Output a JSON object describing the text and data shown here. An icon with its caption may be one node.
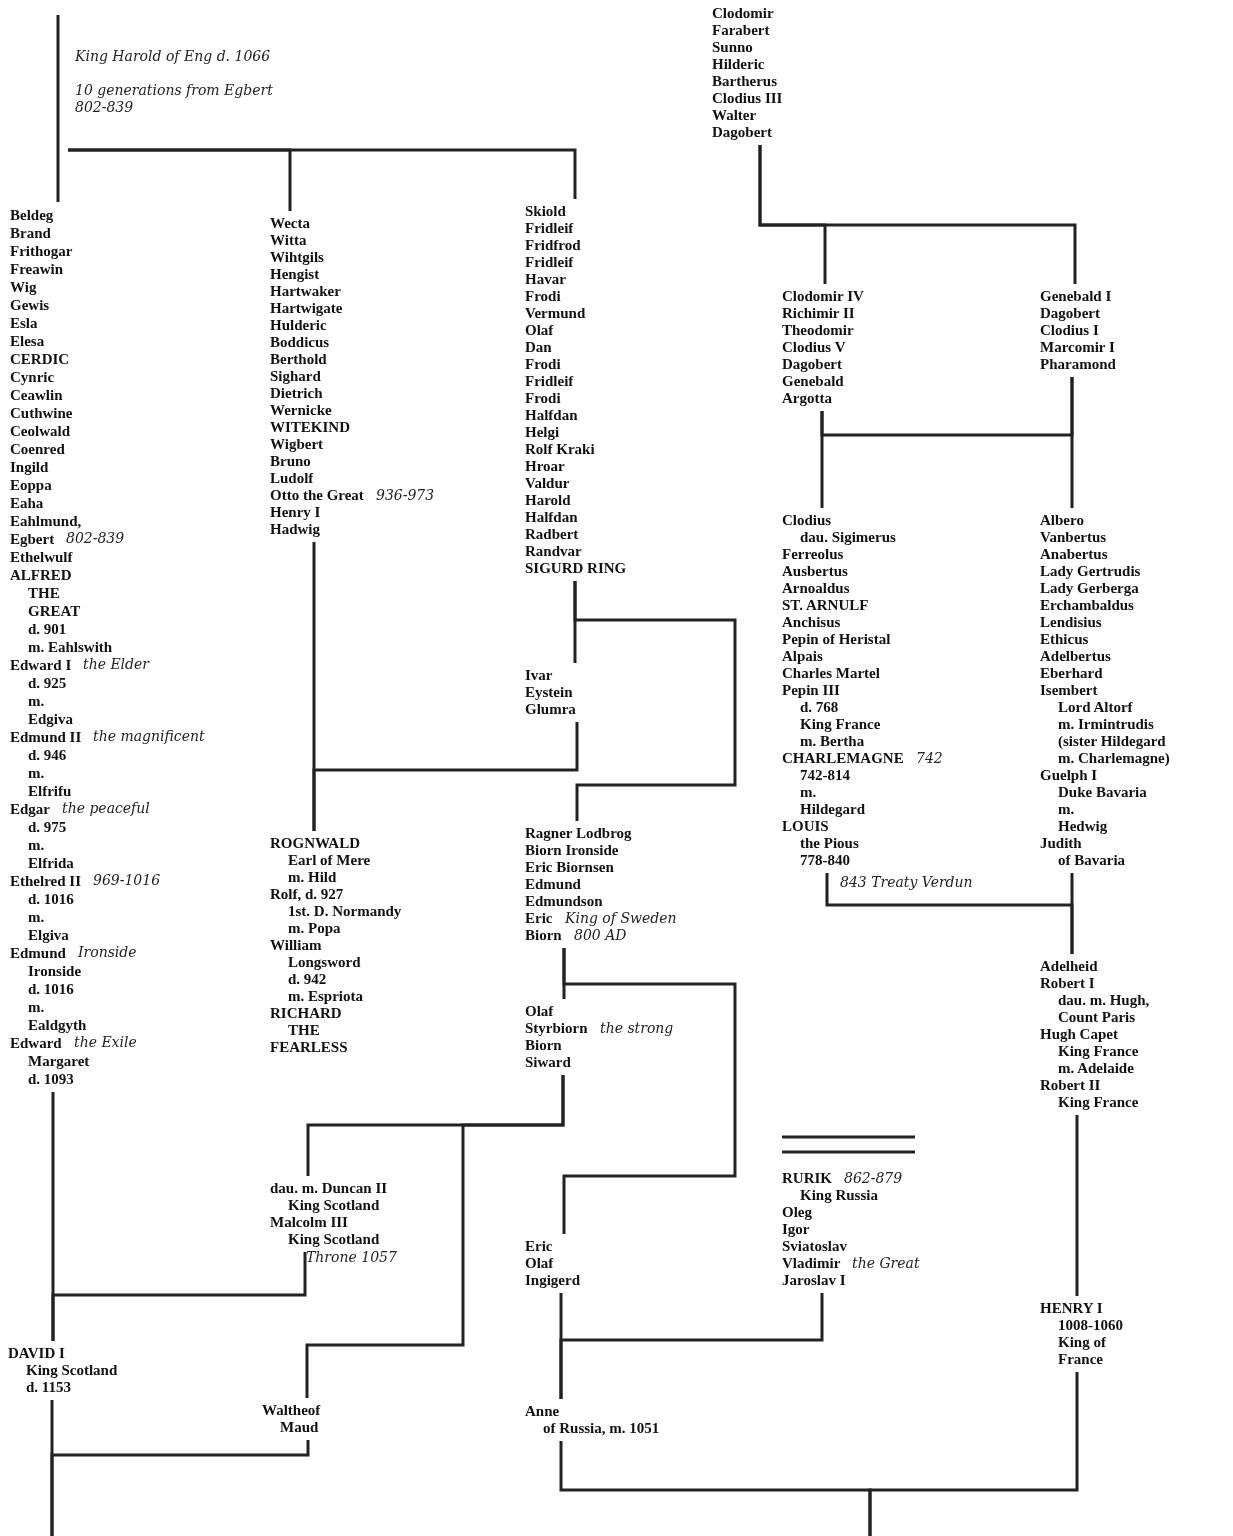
{
  "diagram": {
    "nodes": [
      {
        "text": [
          "Clodomir",
          "Farabert",
          "Sunno",
          "Hilderic",
          "Bartherus",
          "Clodius III",
          "Walter",
          "Dagobert"
        ]
      },
      {
        "text": [
          "Beldeg",
          "Brand",
          "Frithogar",
          "Freawin",
          "Wig",
          "Gewis",
          "Esla",
          "Elesa",
          "CERDIC",
          "Cynric",
          "Ceawlin",
          "Cuthwine",
          "Ceolwald",
          "Coenred",
          "Ingild",
          "Eoppa",
          "Eaha",
          "Eahlmund,",
          "Egbert",
          "Ethelwulf",
          "ALFRED",
          "THE",
          "GREAT",
          "d. 901",
          "m. Eahlswith",
          "Edward I",
          "d. 925",
          "m.",
          "Edgiva",
          "Edmund II",
          "d. 946",
          "m.",
          "Elfrifu",
          "Edgar",
          "d. 975",
          "m.",
          "Elfrida",
          "Ethelred II",
          "d. 1016",
          "m.",
          "Elgiva",
          "Edmund",
          "Ironside",
          "d. 1016",
          "m.",
          "Ealdgyth",
          "Edward",
          "Margaret",
          "d. 1093"
        ]
      },
      {
        "text": [
          "Wecta",
          "Witta",
          "Wihtgils",
          "Hengist",
          "Hartwaker",
          "Hartwigate",
          "Hulderic",
          "Boddicus",
          "Berthold",
          "Sighard",
          "Dietrich",
          "Wernicke",
          "WITEKIND",
          "Wigbert",
          "Bruno",
          "Ludolf",
          "Otto the Great",
          "Henry I",
          "Hadwig"
        ]
      },
      {
        "text": [
          "Skiold",
          "Fridleif",
          "Fridfrod",
          "Fridleif",
          "Havar",
          "Frodi",
          "Vermund",
          "Olaf",
          "Dan",
          "Frodi",
          "Fridleif",
          "Frodi",
          "Halfdan",
          "Helgi",
          "Rolf Kraki",
          "Hroar",
          "Valdur",
          "Harold",
          "Halfdan",
          "Radbert",
          "Randvar",
          "SIGURD RING"
        ]
      },
      {
        "text": [
          "Clodomir IV",
          "Richimir II",
          "Theodomir",
          "Clodius V",
          "Dagobert",
          "Genebald",
          "Argotta"
        ]
      },
      {
        "text": [
          "Genebald I",
          "Dagobert",
          "Clodius I",
          "Marcomir I",
          "Pharamond"
        ]
      },
      {
        "text": [
          "Clodius",
          "dau. Sigimerus",
          "Ferreolus",
          "Ausbertus",
          "Arnoaldus",
          "ST. ARNULF",
          "Anchisus",
          "Pepin of Heristal",
          "Alpais",
          "Charles Martel",
          "Pepin III",
          "d. 768",
          "King France",
          "m. Bertha",
          "CHARLEMAGNE",
          "742-814",
          "m.",
          "Hildegard",
          "LOUIS",
          "the Pious",
          "778-840"
        ]
      },
      {
        "text": [
          "Albero",
          "Vanbertus",
          "Anabertus",
          "Lady Gertrudis",
          "Lady Gerberga",
          "Erchambaldus",
          "Lendisius",
          "Ethicus",
          "Adelbertus",
          "Eberhard",
          "Isembert",
          "Lord Altorf",
          "m. Irmintrudis",
          "(sister Hildegard",
          "m. Charlemagne)",
          "Guelph I",
          "Duke Bavaria",
          "m.",
          "Hedwig",
          "Judith",
          "of Bavaria"
        ]
      },
      {
        "text": [
          "Ivar",
          "Eystein",
          "Glumra"
        ]
      },
      {
        "text": [
          "ROGNWALD",
          "Earl of Mere",
          "m. Hild",
          "Rolf, d. 927",
          "1st. D. Normandy",
          "m. Popa",
          "William",
          "Longsword",
          "d. 942",
          "m. Espriota",
          "RICHARD",
          "THE",
          "FEARLESS"
        ]
      },
      {
        "text": [
          "Ragner Lodbrog",
          "Biorn Ironside",
          "Eric Biornsen",
          "Edmund",
          "Edmundson",
          "Eric",
          "Biorn"
        ]
      },
      {
        "text": [
          "Adelheid",
          "Robert I",
          "dau. m. Hugh,",
          "Count Paris",
          "Hugh Capet",
          "King France",
          "m. Adelaide",
          "Robert II",
          "King France"
        ]
      },
      {
        "text": [
          "Olaf",
          "Styrbiorn",
          "Biorn",
          "Siward"
        ]
      },
      {
        "text": [
          "dau. m. Duncan II",
          "King Scotland",
          "Malcolm III",
          "King Scotland"
        ]
      },
      {
        "text": [
          "RURIK",
          "King Russia",
          "Oleg",
          "Igor",
          "Sviatoslav",
          "Vladimir",
          "Jaroslav I"
        ]
      },
      {
        "text": [
          "Eric",
          "Olaf",
          "Ingigerd"
        ]
      },
      {
        "text": [
          "HENRY I",
          "1008-1060",
          "King of",
          "France"
        ]
      },
      {
        "text": [
          "DAVID I",
          "King Scotland",
          "d. 1153"
        ]
      },
      {
        "text": [
          "Waltheof",
          "Maud"
        ]
      },
      {
        "text": [
          "Anne",
          "of Russia, m. 1051"
        ]
      }
    ],
    "edges": [
      {
        "from": null,
        "to": 1,
        "arrow": "none"
      },
      {
        "from": null,
        "to": 2,
        "arrow": "none"
      },
      {
        "from": null,
        "to": 3,
        "arrow": "none"
      },
      {
        "from": 0,
        "to": 4,
        "arrow": "none"
      },
      {
        "from": 0,
        "to": 5,
        "arrow": "none"
      },
      {
        "from": 4,
        "to": 6,
        "arrow": "none"
      },
      {
        "from": 5,
        "to": 7,
        "arrow": "none"
      },
      {
        "from": 4,
        "to": 5,
        "arrow": "none"
      },
      {
        "from": 2,
        "to": 9,
        "arrow": "none"
      },
      {
        "from": 8,
        "to": 9,
        "arrow": "none"
      },
      {
        "from": 3,
        "to": 8,
        "arrow": "none"
      },
      {
        "from": 3,
        "to": 10,
        "arrow": "none"
      },
      {
        "from": 6,
        "to": 11,
        "arrow": "none"
      },
      {
        "from": 7,
        "to": 11,
        "arrow": "none"
      },
      {
        "from": 10,
        "to": 12,
        "arrow": "none"
      },
      {
        "from": 10,
        "to": 15,
        "arrow": "none"
      },
      {
        "from": 12,
        "to": 13,
        "arrow": "none"
      },
      {
        "from": 12,
        "to": 18,
        "arrow": "none"
      },
      {
        "from": 1,
        "to": 17,
        "arrow": "none"
      },
      {
        "from": 13,
        "to": 17,
        "arrow": "none"
      },
      {
        "from": 14,
        "to": 19,
        "arrow": "none"
      },
      {
        "from": 15,
        "to": 19,
        "arrow": "none"
      },
      {
        "from": 11,
        "to": 16,
        "arrow": "none"
      },
      {
        "from": 16,
        "to": null,
        "arrow": "none"
      },
      {
        "from": 19,
        "to": null,
        "arrow": "none"
      },
      {
        "from": 17,
        "to": null,
        "arrow": "none"
      },
      {
        "from": 18,
        "to": null,
        "arrow": "none"
      }
    ],
    "labels": [
      "King Harold of Eng d. 1066",
      "10 generations from Egbert 802-839",
      "802-839",
      "936-973",
      "the Elder",
      "the magnificent",
      "the peaceful",
      "969-1016",
      "Ironside",
      "the Exile",
      "742",
      "843 Treaty Verdun",
      "King of Sweden",
      "800 AD",
      "the strong",
      "862-879",
      "the Great",
      "Throne 1057"
    ]
  }
}
